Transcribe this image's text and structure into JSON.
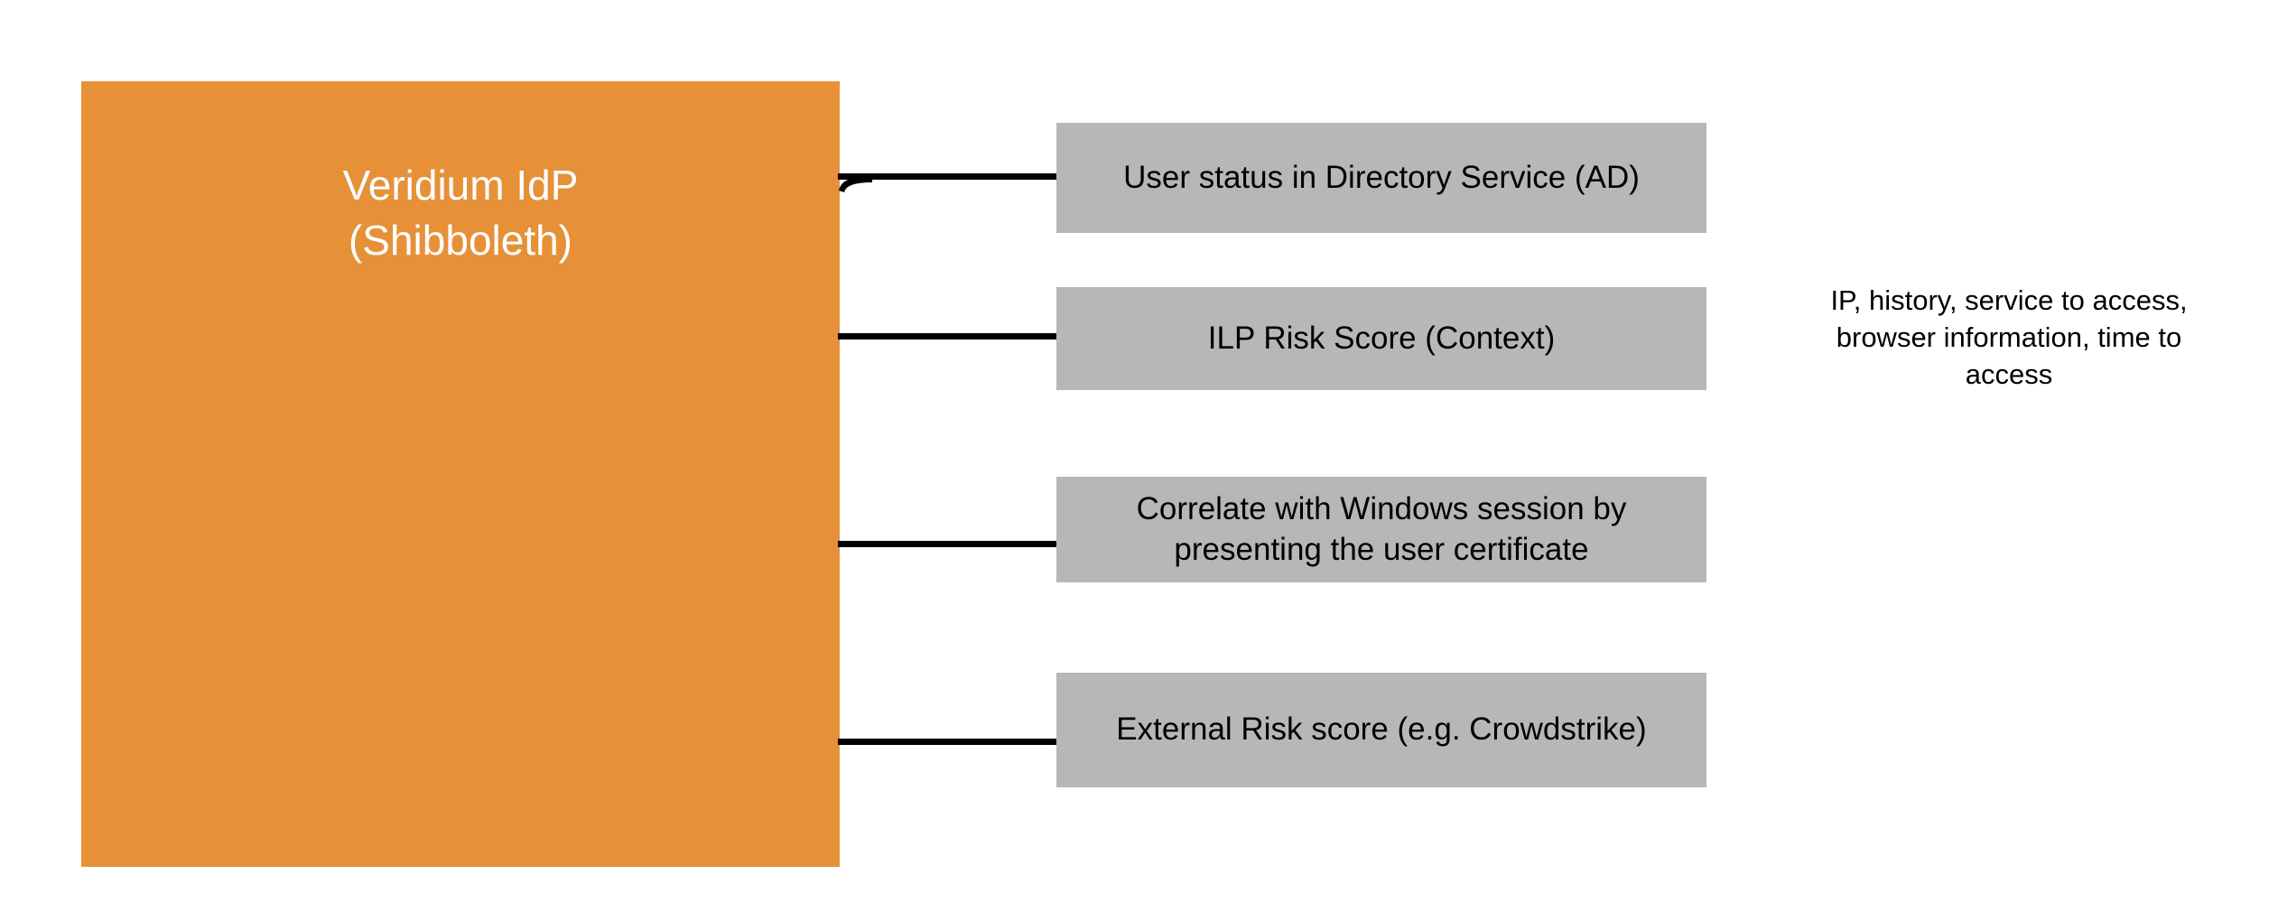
{
  "diagram": {
    "idp": {
      "label": "Veridium IdP\n(Shibboleth)",
      "color": "#e69138",
      "text_color": "#ffffff"
    },
    "input_box_color": "#b7b7b7",
    "connector_color": "#000000",
    "inputs": [
      {
        "label": "User status in Directory Service (AD)"
      },
      {
        "label": "ILP Risk Score (Context)"
      },
      {
        "label": "Correlate with Windows session by\npresenting the user certificate"
      },
      {
        "label": "External Risk score (e.g. Crowdstrike)"
      }
    ],
    "annotation": {
      "text": "IP, history, service to access,\nbrowser information, time to\naccess"
    }
  }
}
